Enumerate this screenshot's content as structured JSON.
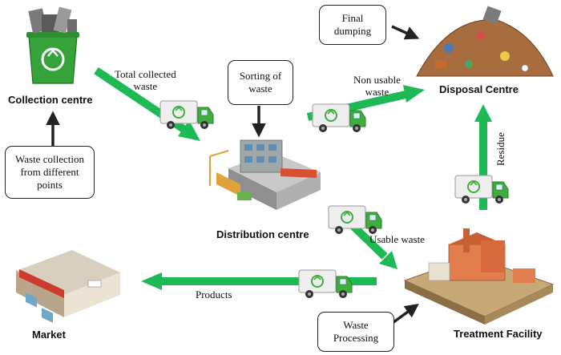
{
  "nodes": {
    "collection_centre": "Collection centre",
    "distribution_centre": "Distribution centre",
    "disposal_centre": "Disposal Centre",
    "treatment_facility": "Treatment Facility",
    "market": "Market"
  },
  "notes": {
    "waste_collection": "Waste collection\nfrom different\npoints",
    "sorting": "Sorting of\nwaste",
    "final_dumping": "Final\ndumping",
    "waste_processing": "Waste\nProcessing"
  },
  "flows": {
    "total_collected": "Total collected\nwaste",
    "non_usable": "Non usable\nwaste",
    "usable": "Usable waste",
    "residue": "Residue",
    "products": "Products"
  },
  "colors": {
    "flow_arrow": "#1db954",
    "note_arrow": "#222222",
    "truck_body": "#eeeeee",
    "truck_cab": "#3fae3f"
  }
}
